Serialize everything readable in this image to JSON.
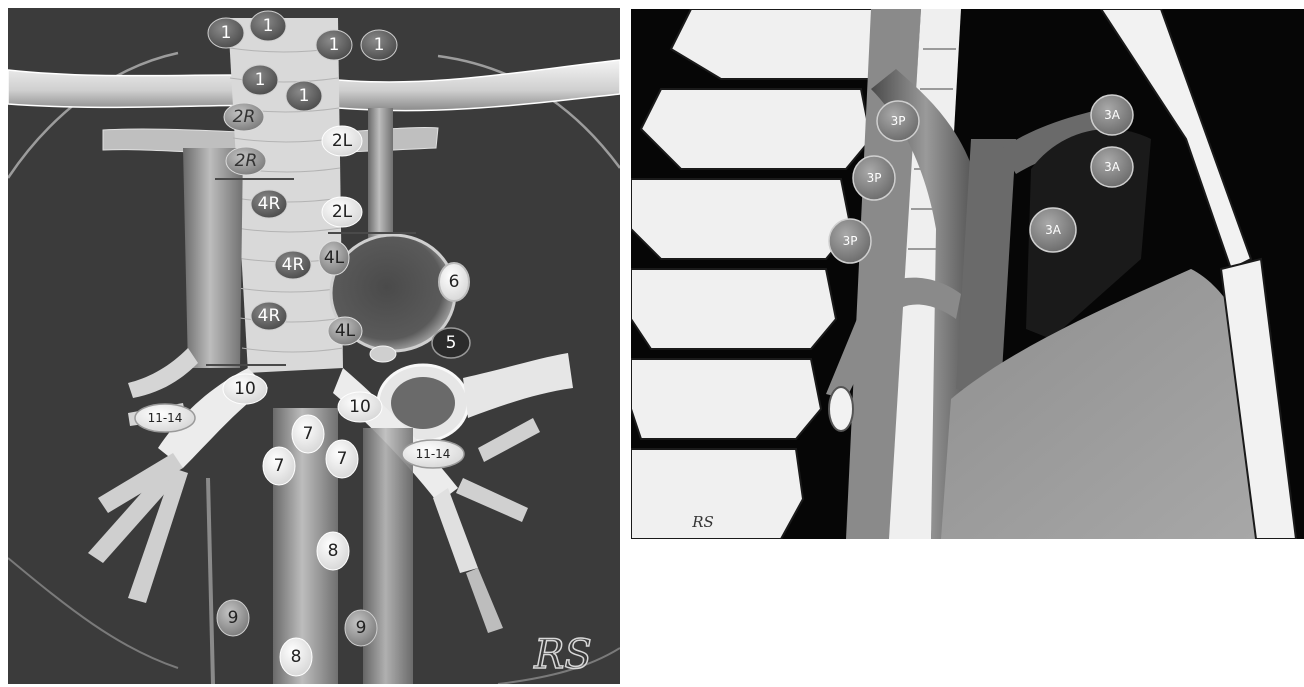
{
  "left": {
    "stations_top": [
      "1",
      "1",
      "1",
      "1",
      "1",
      "1"
    ],
    "st_2R_a": "2R",
    "st_2R_b": "2R",
    "st_2L_a": "2L",
    "st_2L_b": "2L",
    "st_4R_a": "4R",
    "st_4R_b": "4R",
    "st_4R_c": "4R",
    "st_4L_a": "4L",
    "st_4L_b": "4L",
    "st_5": "5",
    "st_6": "6",
    "st_7_a": "7",
    "st_7_b": "7",
    "st_7_c": "7",
    "st_8_a": "8",
    "st_8_b": "8",
    "st_9_a": "9",
    "st_9_b": "9",
    "st_10_a": "10",
    "st_10_b": "10",
    "st_11_14_a": "11-14",
    "st_11_14_b": "11-14",
    "signature": "RS"
  },
  "right": {
    "st_3P_a": "3P",
    "st_3P_b": "3P",
    "st_3P_c": "3P",
    "st_3A_a": "3A",
    "st_3A_b": "3A",
    "st_3A_c": "3A",
    "signature": "RS"
  },
  "colors": {
    "left_bg": "#3b3b3b",
    "right_bg": "#060606",
    "node_light": "#f2f2f2",
    "node_mid": "#9a9a9a",
    "node_dark": "#5e5e5e",
    "node_black": "#2b2b2b"
  }
}
